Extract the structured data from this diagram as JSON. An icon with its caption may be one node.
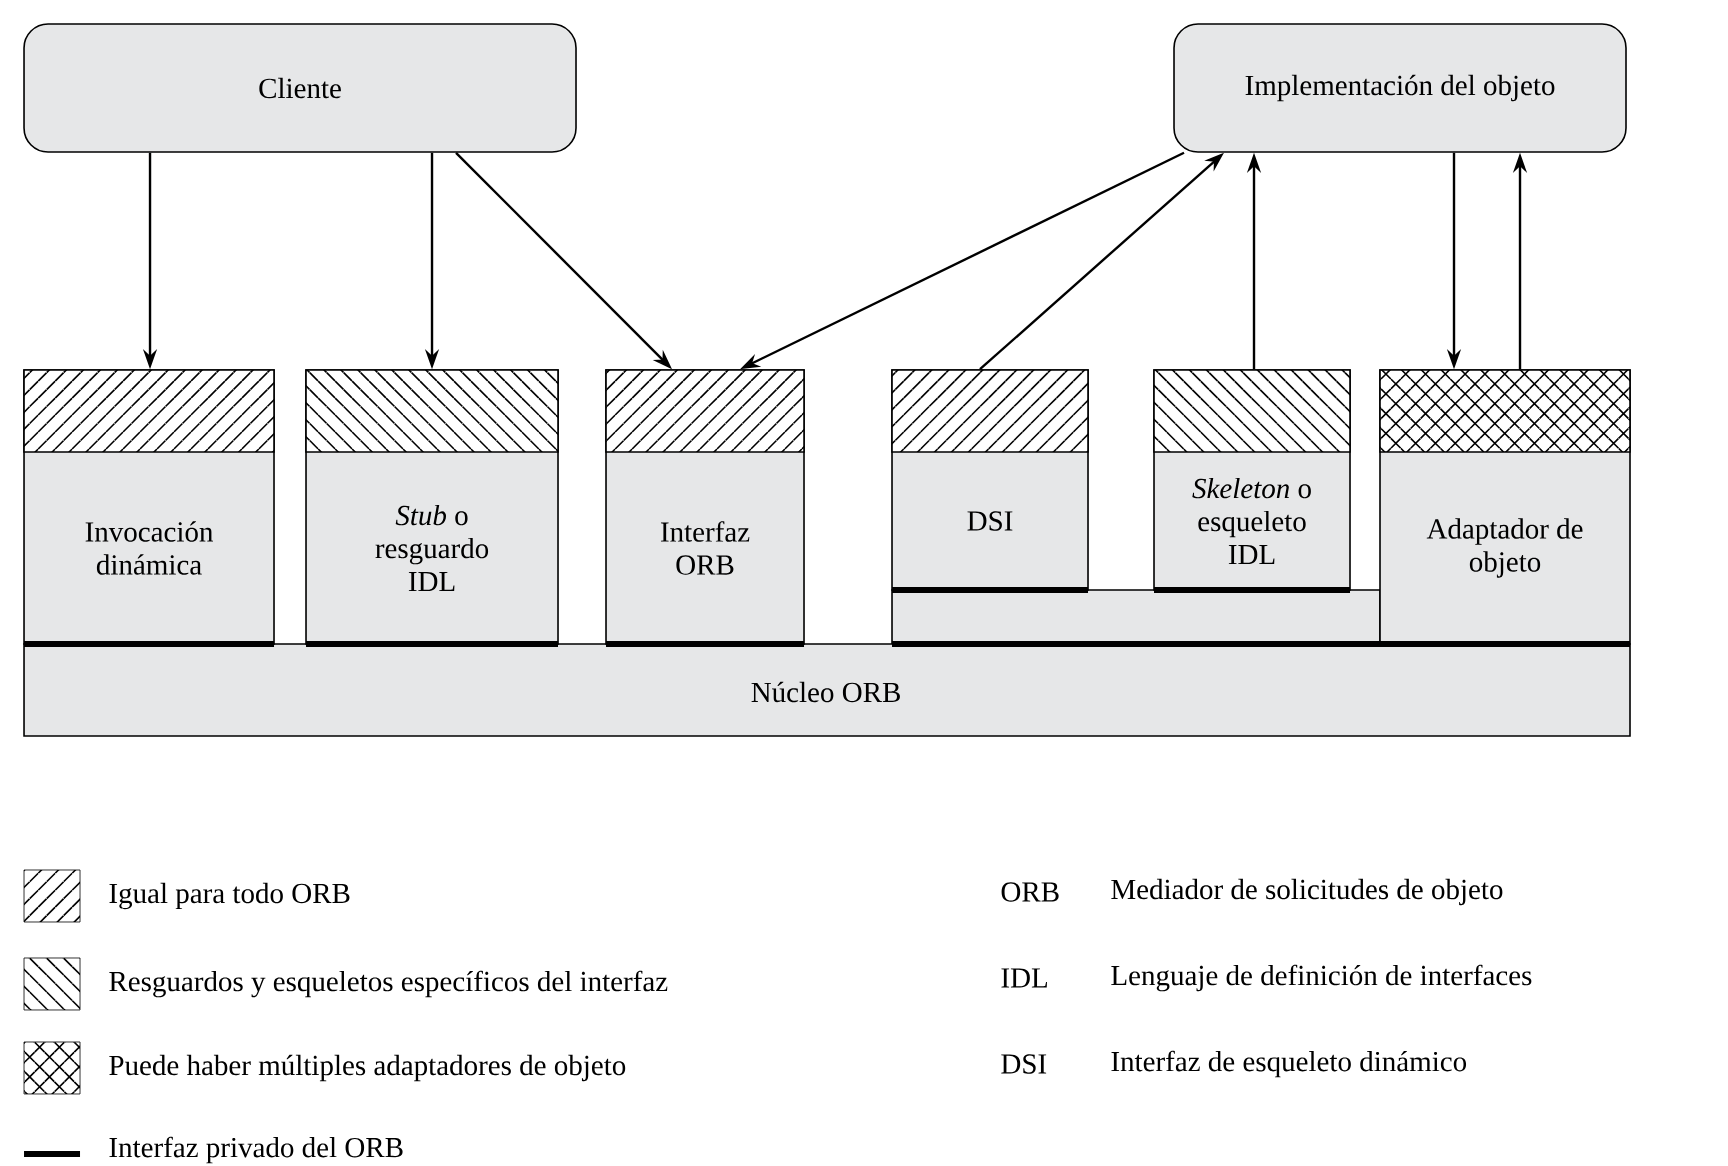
{
  "diagram": {
    "nodes": [
      {
        "text": [
          "Cliente"
        ]
      },
      {
        "text": [
          "Implementación del objeto"
        ]
      },
      {
        "text": [
          "Invocación dinámica"
        ]
      },
      {
        "text": [
          "*Stub* o resguardo IDL"
        ]
      },
      {
        "text": [
          "Interfaz ORB"
        ]
      },
      {
        "text": [
          "DSI"
        ]
      },
      {
        "text": [
          "*Skeleton* o esqueleto IDL"
        ]
      },
      {
        "text": [
          "Adaptador de objeto"
        ]
      },
      {
        "text": [
          "Núcleo ORB"
        ]
      }
    ],
    "edges": [
      {
        "from": 0,
        "to": 2,
        "arrow": "to"
      },
      {
        "from": 0,
        "to": 3,
        "arrow": "to"
      },
      {
        "from": 0,
        "to": 4,
        "arrow": "to"
      },
      {
        "from": 1,
        "to": 4,
        "arrow": "to"
      },
      {
        "from": 5,
        "to": 1,
        "arrow": "to"
      },
      {
        "from": 6,
        "to": 1,
        "arrow": "to"
      },
      {
        "from": 1,
        "to": 7,
        "arrow": "to"
      },
      {
        "from": 7,
        "to": 1,
        "arrow": "to"
      }
    ],
    "labels": [
      "ORB",
      "Mediador de solicitudes de objeto",
      "IDL",
      "Lenguaje de definición de interfaces",
      "DSI",
      "Interfaz de esqueleto dinámico"
    ],
    "legend": [
      {
        "text": "Igual para todo ORB"
      },
      {
        "text": "Resguardos y esqueletos específicos del interfaz"
      },
      {
        "text": "Puede haber múltiples adaptadores de objeto"
      },
      {
        "text": "Interfaz privado del ORB"
      }
    ]
  }
}
